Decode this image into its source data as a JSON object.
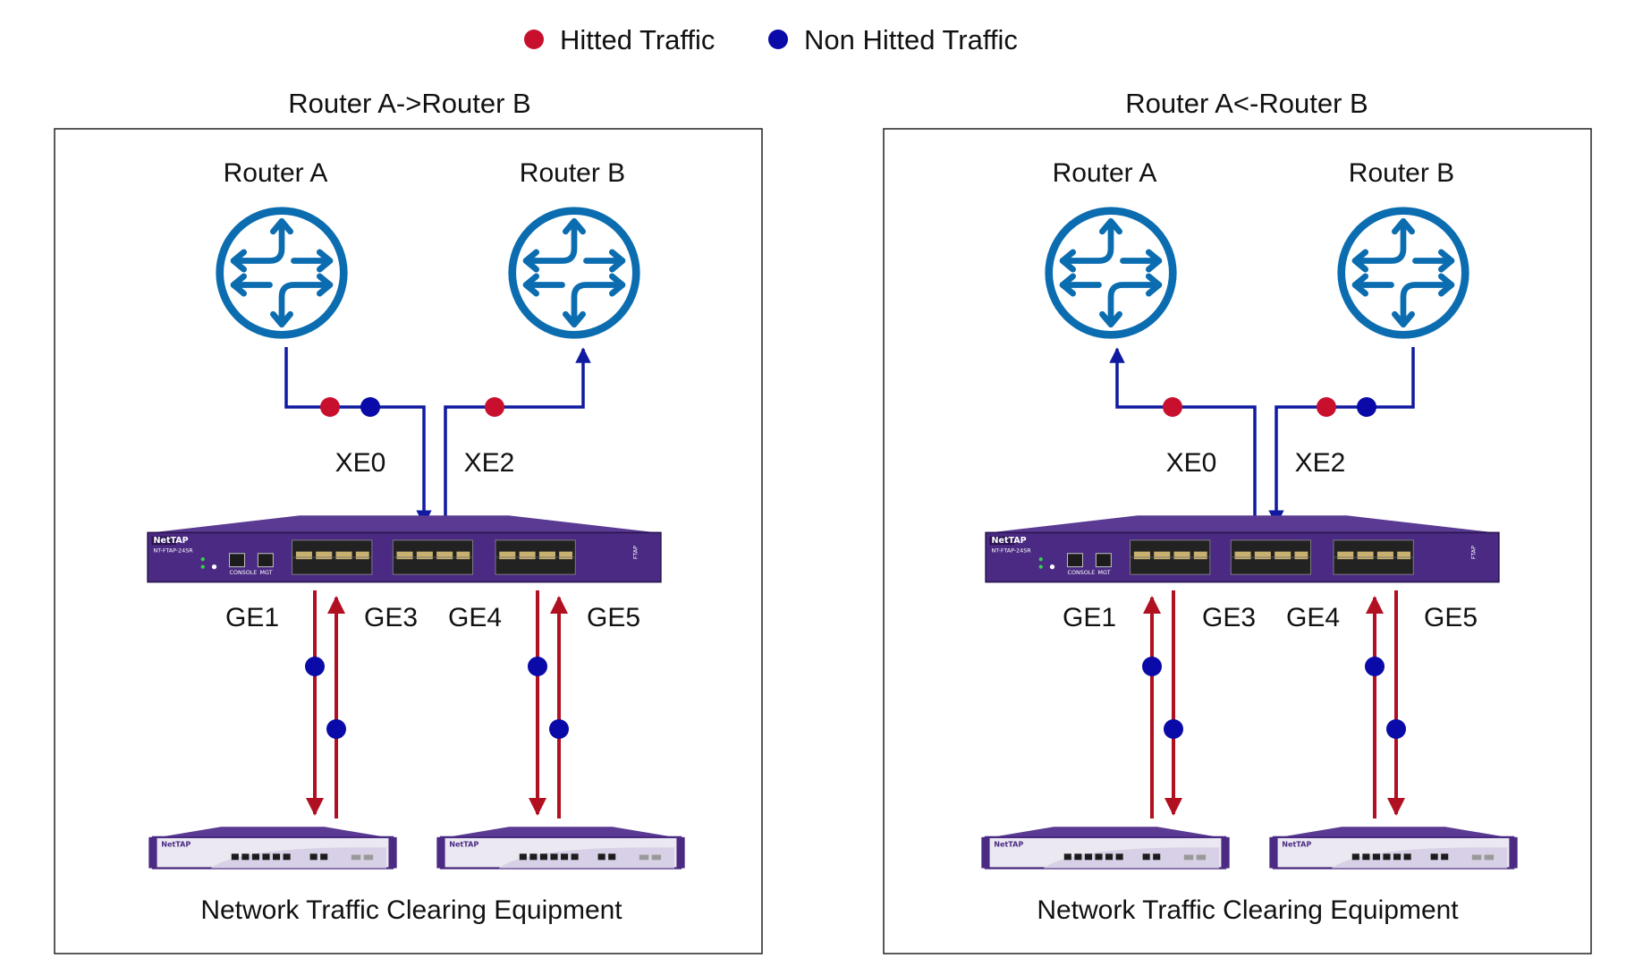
{
  "legend": {
    "hit_label": "Hitted Traffic",
    "nonhit_label": "Non Hitted Traffic"
  },
  "colors": {
    "hit": "#c8102e",
    "nonhit": "#0a0aa8",
    "router": "#0b6db0",
    "link_blue": "#0f1aa0",
    "link_red": "#b01020",
    "device_purple": "#4a2a82"
  },
  "panels": [
    {
      "title": "Router A->Router B",
      "router_a": "Router A",
      "router_b": "Router B",
      "xe0": "XE0",
      "xe2": "XE2",
      "ge1": "GE1",
      "ge3": "GE3",
      "ge4": "GE4",
      "ge5": "GE5",
      "footer": "Network Traffic Clearing Equipment"
    },
    {
      "title": "Router A<-Router B",
      "router_a": "Router A",
      "router_b": "Router B",
      "xe0": "XE0",
      "xe2": "XE2",
      "ge1": "GE1",
      "ge3": "GE3",
      "ge4": "GE4",
      "ge5": "GE5",
      "footer": "Network Traffic Clearing Equipment"
    }
  ],
  "device": {
    "brand": "NetTAP",
    "model": "NT-FTAP-24SR",
    "console": "CONSOLE",
    "mgt": "MGT"
  }
}
